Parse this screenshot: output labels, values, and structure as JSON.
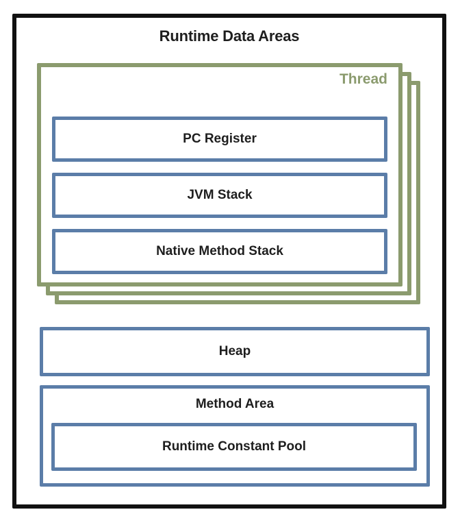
{
  "diagram": {
    "title": "Runtime Data Areas",
    "thread": {
      "label": "Thread",
      "stacked_copies": 3,
      "boxes": [
        {
          "label": "PC Register"
        },
        {
          "label": "JVM Stack"
        },
        {
          "label": "Native Method Stack"
        }
      ]
    },
    "heap": {
      "label": "Heap"
    },
    "method_area": {
      "label": "Method Area",
      "runtime_constant_pool": {
        "label": "Runtime Constant Pool"
      }
    },
    "colors": {
      "frame_black": "#111111",
      "thread_green": "#8b9b6e",
      "box_blue": "#5b7da8",
      "text_dark": "#1e1e1e",
      "bg_white": "#ffffff"
    }
  }
}
